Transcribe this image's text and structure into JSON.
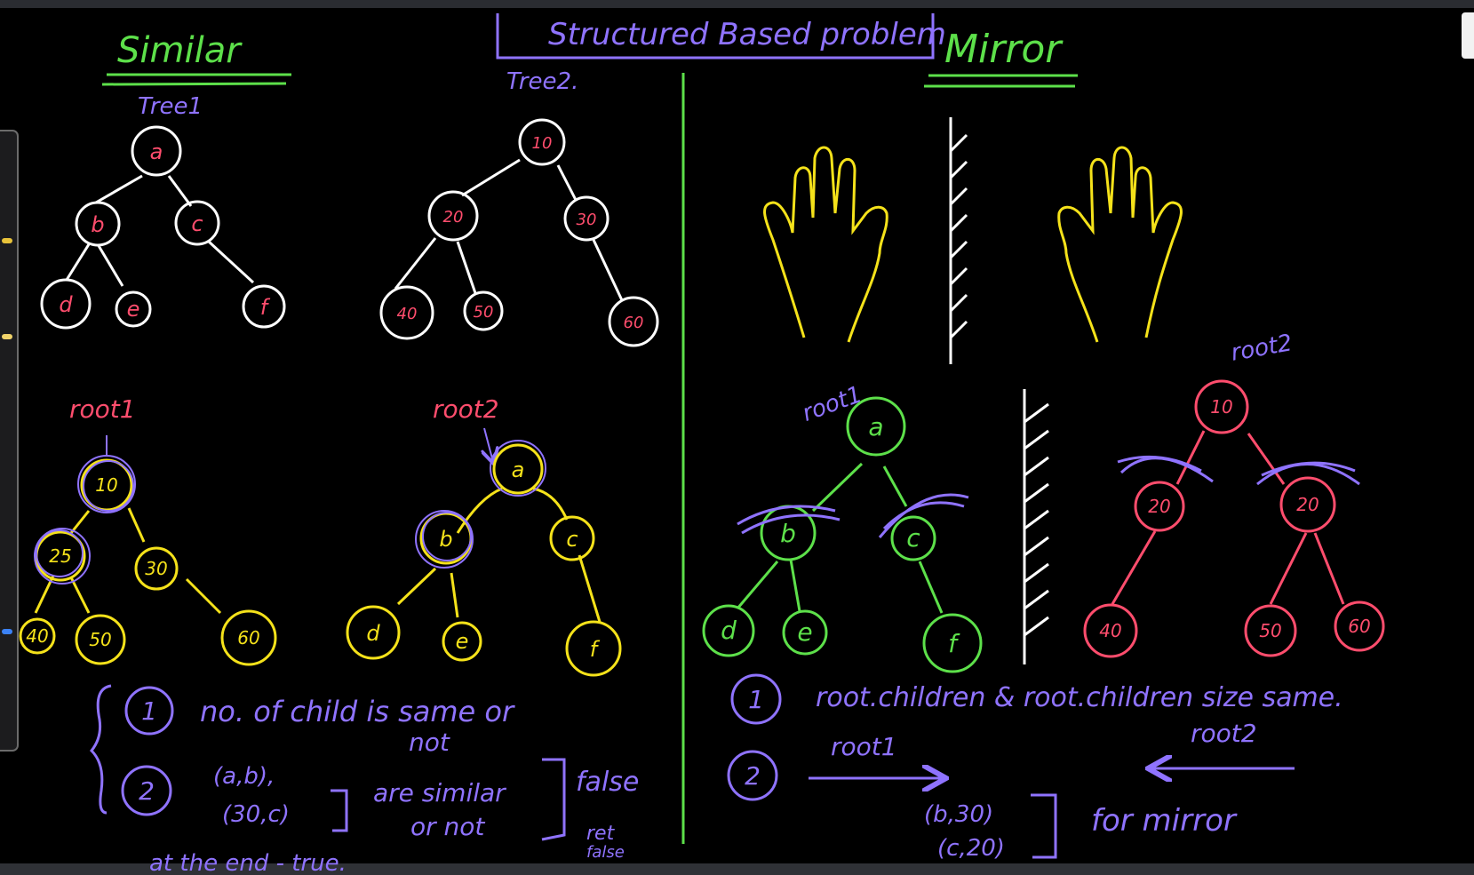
{
  "colors": {
    "green": "#5de04a",
    "purple": "#8f73ff",
    "white": "#ffffff",
    "red": "#ff4d6d",
    "yellow": "#f5e21a"
  },
  "headings": {
    "similar": "Similar",
    "structure": "Structured Based problem",
    "mirror": "Mirror"
  },
  "tree1": {
    "label": "Tree1",
    "nodes": [
      "a",
      "b",
      "c",
      "d",
      "e",
      "f"
    ]
  },
  "tree2": {
    "label": "Tree2.",
    "nodes": [
      "10",
      "20",
      "30",
      "40",
      "50",
      "60"
    ]
  },
  "similar_pair": {
    "root1_label": "root1",
    "root2_label": "root2",
    "left_nodes": [
      "10",
      "25",
      "30",
      "40",
      "50",
      "60"
    ],
    "right_nodes": [
      "a",
      "b",
      "c",
      "d",
      "e",
      "f"
    ]
  },
  "mirror_pair": {
    "root1_label": "root1",
    "root2_label": "root2",
    "left_nodes": [
      "a",
      "b",
      "c",
      "d",
      "e",
      "f"
    ],
    "right_nodes": [
      "10",
      "20",
      "20",
      "40",
      "50",
      "60"
    ]
  },
  "similar_notes": {
    "step1_num": "1",
    "step1_text": "no. of child is same or",
    "step1_cont": "not",
    "step2_num": "2",
    "pair1": "(a,b),",
    "pair2": "(30,c)",
    "are_similar": "are similar",
    "or_not": "or not",
    "false_word": "false",
    "ret": "ret",
    "false_word2": "false",
    "end_text": "at the end - true."
  },
  "mirror_notes": {
    "step1_num": "1",
    "step1_text": "root.children & root.children size same.",
    "step2_num": "2",
    "arrow_label_left": "root1",
    "arrow_label_right": "root2",
    "pair1": "(b,30)",
    "pair2": "(c,20)",
    "for_mirror": "for mirror"
  }
}
